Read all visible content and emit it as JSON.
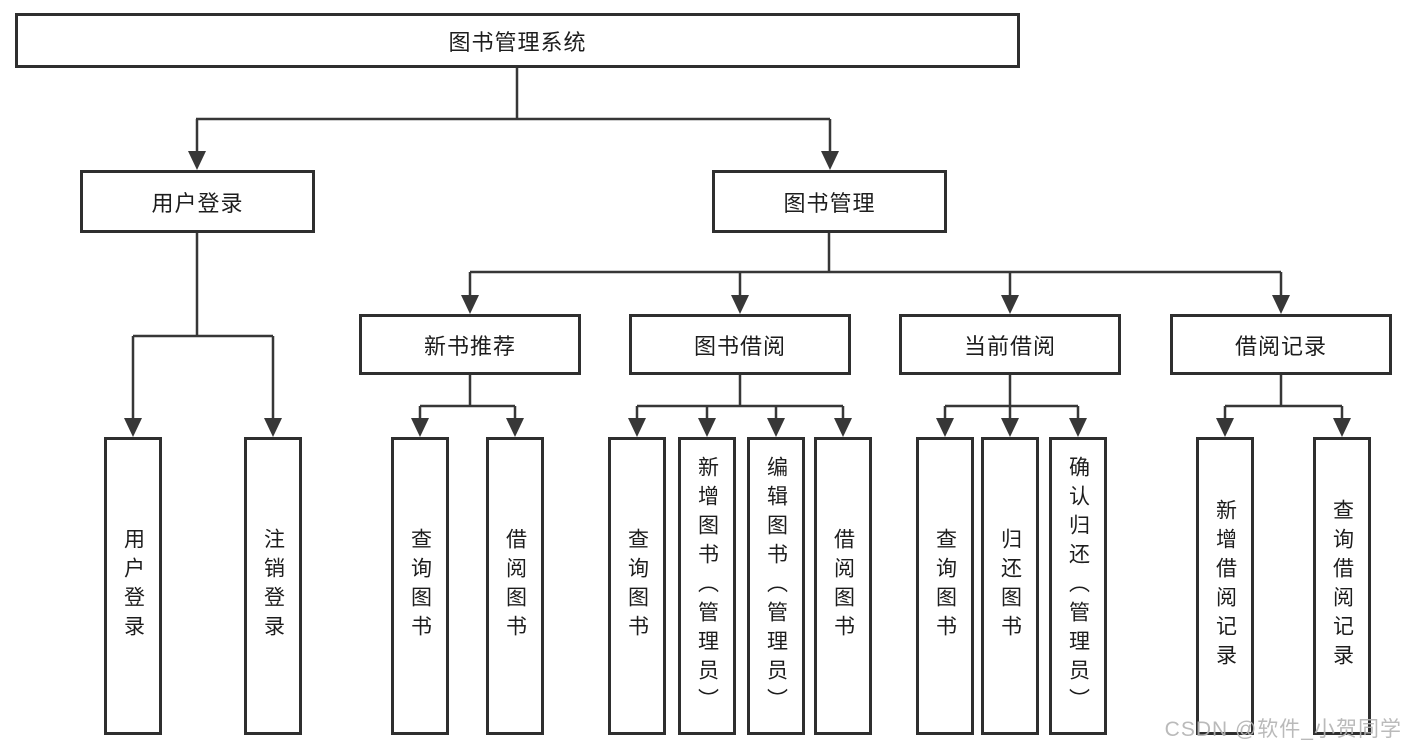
{
  "tree": {
    "label": "图书管理系统",
    "children": [
      {
        "label": "用户登录",
        "children": [
          {
            "label": "用户登录"
          },
          {
            "label": "注销登录"
          }
        ]
      },
      {
        "label": "图书管理",
        "children": [
          {
            "label": "新书推荐",
            "children": [
              {
                "label": "查询图书"
              },
              {
                "label": "借阅图书"
              }
            ]
          },
          {
            "label": "图书借阅",
            "children": [
              {
                "label": "查询图书"
              },
              {
                "label": "新增图书（管理员）"
              },
              {
                "label": "编辑图书（管理员）"
              },
              {
                "label": "借阅图书"
              }
            ]
          },
          {
            "label": "当前借阅",
            "children": [
              {
                "label": "查询图书"
              },
              {
                "label": "归还图书"
              },
              {
                "label": "确认归还（管理员）"
              }
            ]
          },
          {
            "label": "借阅记录",
            "children": [
              {
                "label": "新增借阅记录"
              },
              {
                "label": "查询借阅记录"
              }
            ]
          }
        ]
      }
    ]
  },
  "watermark": {
    "text": "CSDN @软件_小贺同学"
  },
  "colors": {
    "line": "#373737",
    "box_border": "#2f2f2f",
    "text": "#1d1d1d",
    "watermark": "#b5b5b5",
    "background": "#ffffff"
  }
}
